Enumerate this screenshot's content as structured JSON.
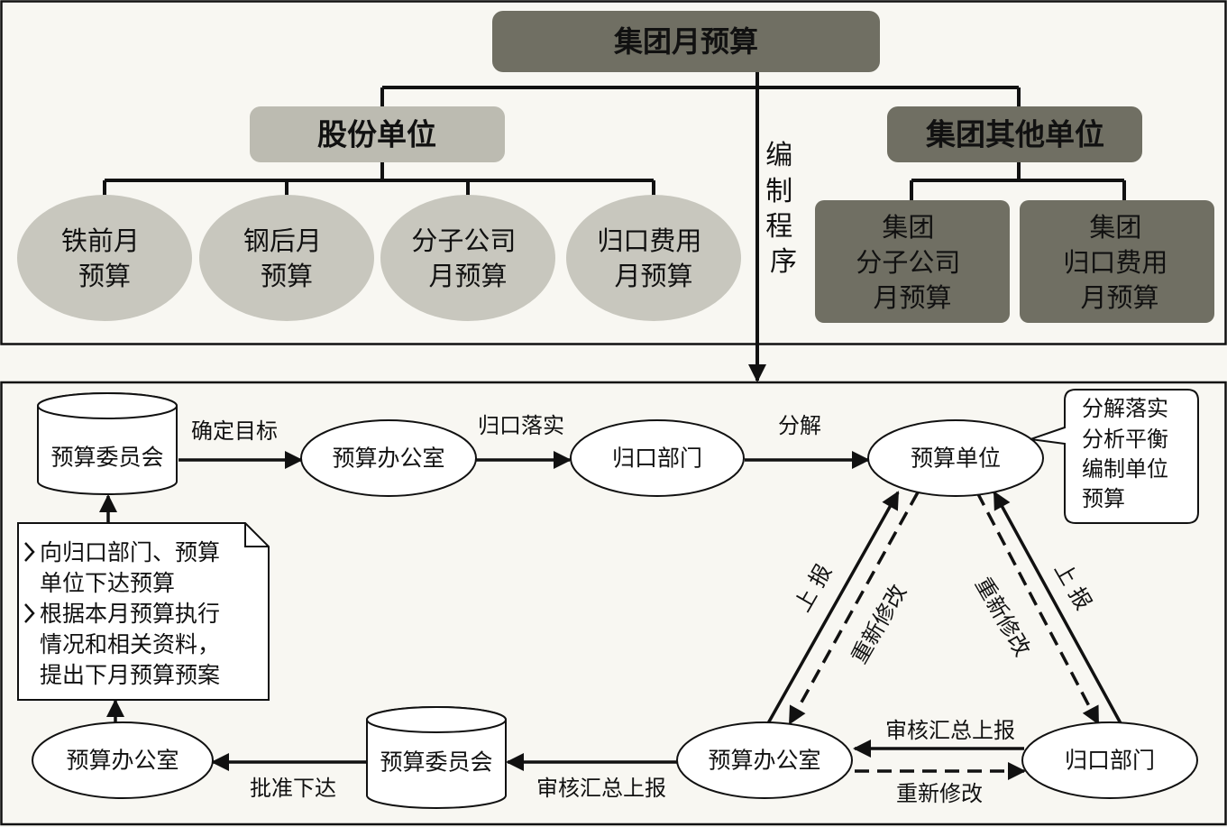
{
  "colors": {
    "background": "#f8f7f2",
    "dark_box": "#706f63",
    "light_box": "#bcbbb1",
    "ellipse": "#c8c7be",
    "white": "#ffffff"
  },
  "top": {
    "root": "集团月预算",
    "branch_left": "股份单位",
    "branch_right": "集团其他单位",
    "left_items": [
      [
        "铁前月",
        "预算"
      ],
      [
        "钢后月",
        "预算"
      ],
      [
        "分子公司",
        "月预算"
      ],
      [
        "归口费用",
        "月预算"
      ]
    ],
    "right_items": [
      [
        "集团",
        "分子公司",
        "月预算"
      ],
      [
        "集团",
        "归口费用",
        "月预算"
      ]
    ],
    "process_label": [
      "编",
      "制",
      "程",
      "序"
    ]
  },
  "flow": {
    "committee_top": "预算委员会",
    "label_set_target": "确定目标",
    "office_top": "预算办公室",
    "label_assign": "归口落实",
    "dept_top": "归口部门",
    "label_decompose": "分解",
    "unit": "预算单位",
    "unit_note": [
      "分解落实",
      "分析平衡",
      "编制单位",
      "预算"
    ],
    "report_left": "上 报",
    "revise_left": "重新修改",
    "revise_right": "重新修改",
    "report_right": "上 报",
    "dept_bottom": "归口部门",
    "office_mid": "预算办公室",
    "label_review_dept": "审核汇总上报",
    "label_revise_bottom": "重新修改",
    "committee_bottom": "预算委员会",
    "label_review_office": "审核汇总上报",
    "office_left": "预算办公室",
    "label_approve": "批准下达",
    "doc_lines": [
      "向归口部门、预算",
      "单位下达预算",
      "根据本月预算执行",
      "情况和相关资料，",
      "提出下月预算预案"
    ]
  }
}
